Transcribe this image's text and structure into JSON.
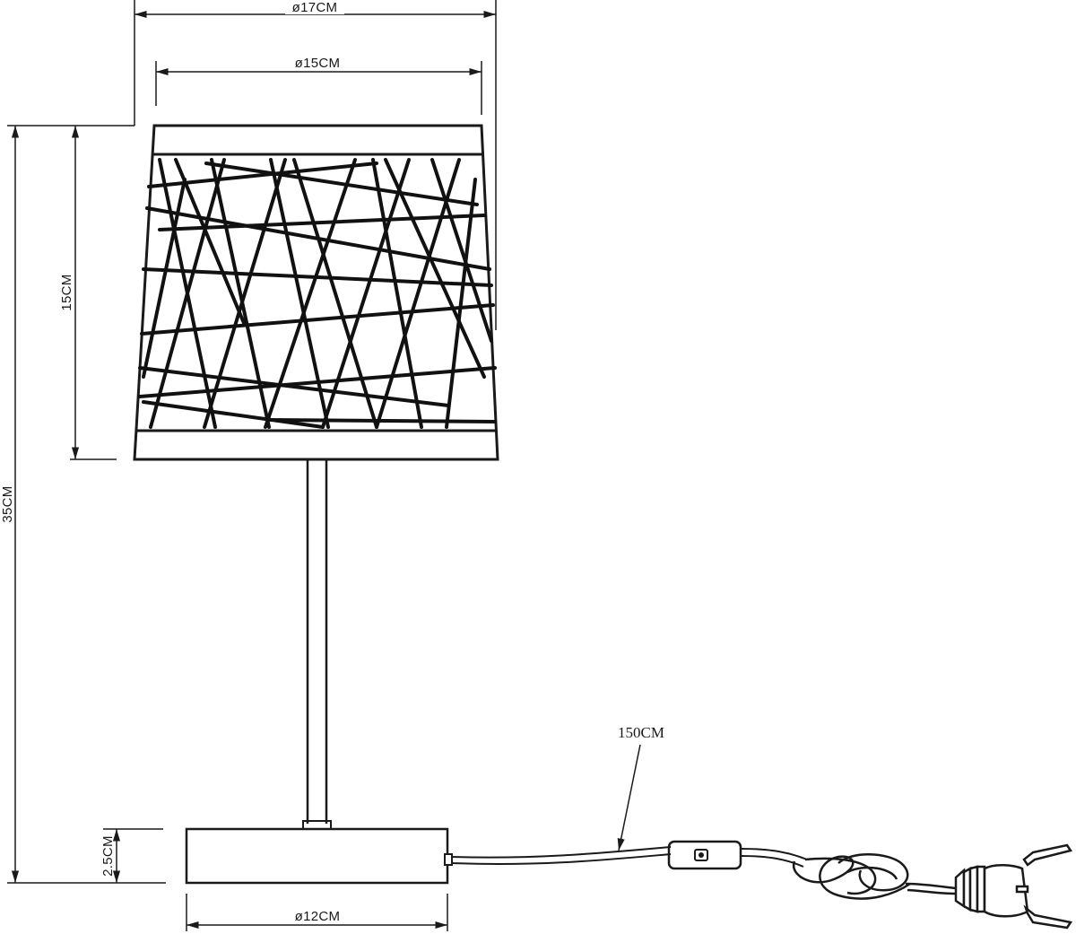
{
  "dimensions": {
    "outer_diameter": "ø17CM",
    "inner_diameter": "ø15CM",
    "shade_height": "15CM",
    "total_height": "35CM",
    "base_height": "2.5CM",
    "base_diameter": "ø12CM",
    "cable_length": "150CM"
  },
  "colors": {
    "line": "#1a1a1a",
    "background": "#ffffff"
  }
}
